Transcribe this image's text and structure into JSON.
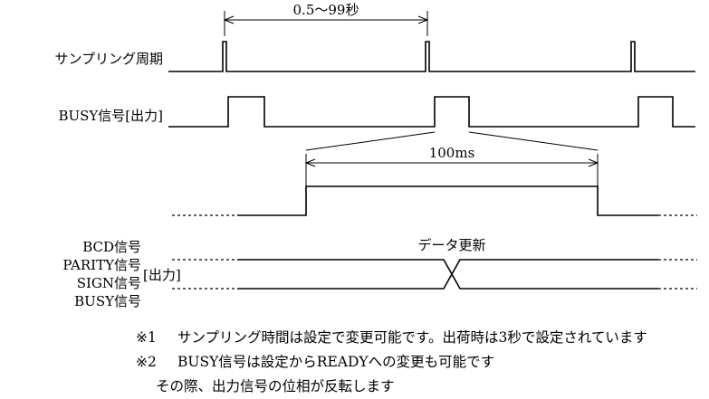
{
  "labels": {
    "sampling": "サンプリング周期",
    "busy_out": "BUSY信号[出力]",
    "bcd": "BCD信号",
    "parity": "PARITY信号",
    "sign": "SIGN信号",
    "busy": "BUSY信号",
    "output_bracket": "[出力]"
  },
  "dimensions": {
    "period": "0.5～99秒",
    "busy_width": "100ms"
  },
  "annotations": {
    "data_update": "データ更新"
  },
  "notes": [
    {
      "mark": "※1",
      "text": "サンプリング時間は設定で変更可能です。出荷時は3秒で設定されています"
    },
    {
      "mark": "※2",
      "text": "BUSY信号は設定からREADYへの変更も可能です"
    },
    {
      "mark": "",
      "text": "その際、出力信号の位相が反転します"
    }
  ]
}
